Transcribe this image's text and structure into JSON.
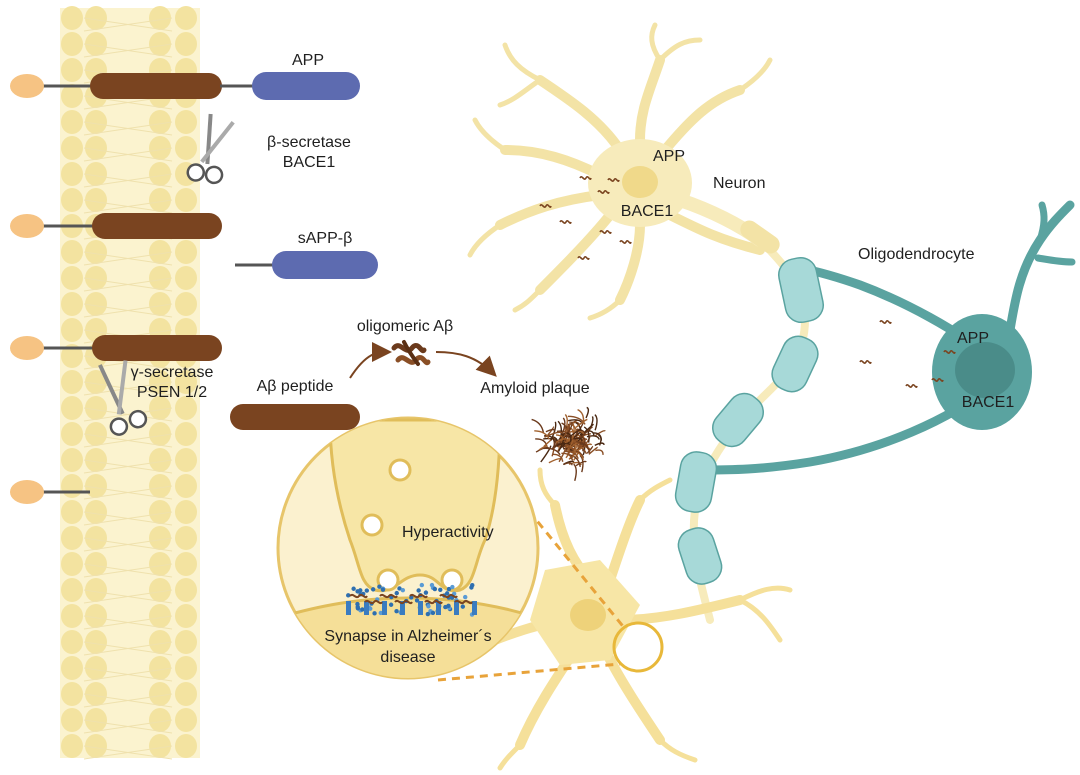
{
  "membrane": {
    "app_label": "APP",
    "beta_secretase_label": "β-secretase",
    "bace1_label": "BACE1",
    "sapp_beta_label": "sAPP-β",
    "gamma_secretase_label": "γ-secretase",
    "psen_label": "PSEN 1/2"
  },
  "aggregation": {
    "oligomeric_label": "oligomeric Aβ",
    "peptide_label": "Aβ peptide",
    "plaque_label": "Amyloid plaque"
  },
  "neuron": {
    "name_label": "Neuron",
    "app_label": "APP",
    "bace1_label": "BACE1"
  },
  "oligodendrocyte": {
    "name_label": "Oligodendrocyte",
    "app_label": "APP",
    "bace1_label": "BACE1"
  },
  "synapse_inset": {
    "hyperactivity_label": "Hyperactivity",
    "caption_line1": "Synapse in Alzheimer´s",
    "caption_line2": "disease"
  },
  "colors": {
    "membrane": "#f5e6a8",
    "app_domain": "#5d6bb0",
    "transmembrane_domain": "#7a4420",
    "terminal_head": "#f6c383",
    "neuron": "#f7ebbb",
    "oligodendrocyte": "#5aa3a0",
    "myelin": "#a7d9d8"
  }
}
